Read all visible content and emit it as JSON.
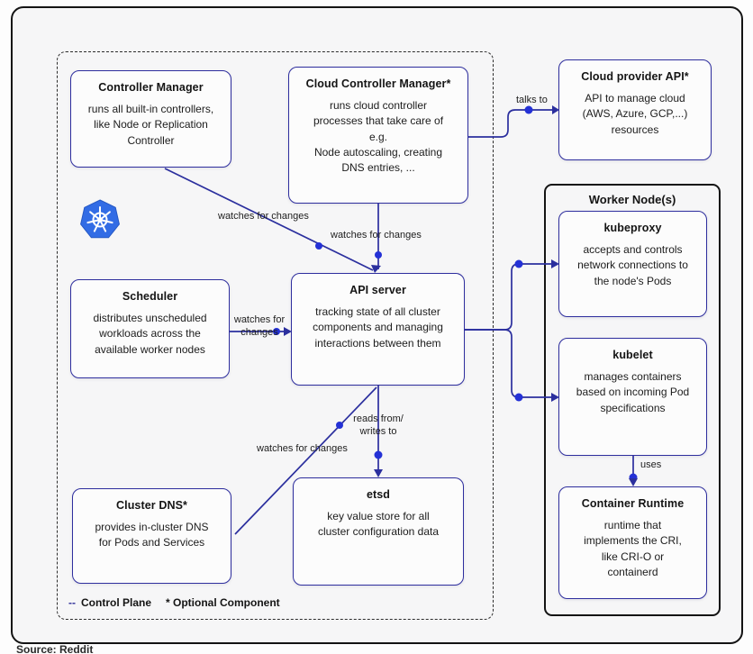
{
  "colors": {
    "box_border": "#2e2e9e",
    "connector_line": "#2b2f9e",
    "connector_dot": "#2431d6",
    "frame_border": "#141414",
    "kubernetes_blue": "#326ce5"
  },
  "boxes": {
    "controller_manager": {
      "title": "Controller Manager",
      "body": [
        "runs all built-in controllers,",
        "like Node or Replication",
        "Controller"
      ]
    },
    "cloud_controller_manager": {
      "title": "Cloud Controller Manager*",
      "body": [
        "runs cloud controller",
        "processes that take care of",
        "e.g.",
        "Node autoscaling, creating",
        "DNS entries, ..."
      ]
    },
    "cloud_provider_api": {
      "title": "Cloud provider API*",
      "body": [
        "API to manage cloud",
        "(AWS, Azure, GCP,...)",
        "resources"
      ]
    },
    "scheduler": {
      "title": "Scheduler",
      "body": [
        "distributes unscheduled",
        "workloads across the",
        "available worker nodes"
      ]
    },
    "api_server": {
      "title": "API server",
      "body": [
        "tracking state of all cluster",
        "components and managing",
        "interactions between them"
      ]
    },
    "cluster_dns": {
      "title": "Cluster DNS*",
      "body": [
        "provides in-cluster DNS",
        "for Pods and Services"
      ]
    },
    "etsd": {
      "title": "etsd",
      "body": [
        "key value store for all",
        "cluster configuration data"
      ]
    },
    "kubeproxy": {
      "title": "kubeproxy",
      "body": [
        "accepts and controls",
        "network connections to",
        "the node's Pods"
      ]
    },
    "kubelet": {
      "title": "kubelet",
      "body": [
        "manages containers",
        "based on incoming Pod",
        "specifications"
      ]
    },
    "container_runtime": {
      "title": "Container Runtime",
      "body": [
        "runtime that",
        "implements the CRI,",
        "like CRI-O or",
        "containerd"
      ]
    }
  },
  "worker_node": {
    "title": "Worker Node(s)"
  },
  "connector_labels": {
    "talks_to": "talks to",
    "cm_watches": "watches for changes",
    "ccm_watches": "watches for changes",
    "scheduler_watches": [
      "watches for",
      "changes"
    ],
    "reads_writes": [
      "reads from/",
      "writes to"
    ],
    "dns_watches": "watches for changes",
    "uses": "uses"
  },
  "legend": {
    "dash_marker": "--",
    "control_plane_label": "Control Plane",
    "optional_label": "* Optional Component"
  },
  "icons": {
    "kubernetes_logo": "kubernetes-helm-wheel"
  },
  "caption": "Source: Reddit"
}
